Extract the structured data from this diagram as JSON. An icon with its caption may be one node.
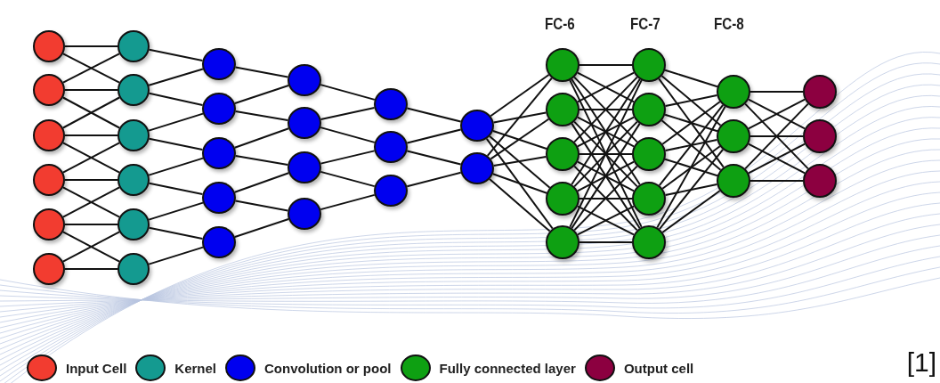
{
  "diagram": {
    "nodes": [
      {
        "text": [],
        "shape": "circle"
      },
      {
        "text": [],
        "shape": "circle"
      },
      {
        "text": [],
        "shape": "circle"
      },
      {
        "text": [],
        "shape": "circle"
      },
      {
        "text": [],
        "shape": "circle"
      },
      {
        "text": [],
        "shape": "circle"
      },
      {
        "text": [],
        "shape": "circle"
      },
      {
        "text": [],
        "shape": "circle"
      },
      {
        "text": [],
        "shape": "circle"
      },
      {
        "text": [],
        "shape": "circle"
      },
      {
        "text": [],
        "shape": "circle"
      },
      {
        "text": [],
        "shape": "circle"
      },
      {
        "text": [],
        "shape": "circle"
      },
      {
        "text": [],
        "shape": "circle"
      },
      {
        "text": [],
        "shape": "circle"
      },
      {
        "text": [],
        "shape": "circle"
      },
      {
        "text": [],
        "shape": "circle"
      },
      {
        "text": [],
        "shape": "circle"
      },
      {
        "text": [],
        "shape": "circle"
      },
      {
        "text": [],
        "shape": "circle"
      },
      {
        "text": [],
        "shape": "circle"
      },
      {
        "text": [],
        "shape": "circle"
      },
      {
        "text": [],
        "shape": "circle"
      },
      {
        "text": [],
        "shape": "circle"
      },
      {
        "text": [],
        "shape": "circle"
      },
      {
        "text": [],
        "shape": "circle"
      },
      {
        "text": [],
        "shape": "circle"
      },
      {
        "text": [],
        "shape": "circle"
      },
      {
        "text": [],
        "shape": "circle"
      },
      {
        "text": [],
        "shape": "circle"
      },
      {
        "text": [],
        "shape": "circle"
      },
      {
        "text": [],
        "shape": "circle"
      },
      {
        "text": [],
        "shape": "circle"
      },
      {
        "text": [],
        "shape": "circle"
      },
      {
        "text": [],
        "shape": "circle"
      },
      {
        "text": [],
        "shape": "circle"
      },
      {
        "text": [],
        "shape": "circle"
      },
      {
        "text": [],
        "shape": "circle"
      },
      {
        "text": [],
        "shape": "circle"
      },
      {
        "text": [],
        "shape": "circle"
      },
      {
        "text": [],
        "shape": "circle"
      },
      {
        "text": [],
        "shape": "circle"
      }
    ],
    "edges": [
      {
        "from": 0,
        "to": 6,
        "arrow": "none"
      },
      {
        "from": 0,
        "to": 7,
        "arrow": "none"
      },
      {
        "from": 1,
        "to": 6,
        "arrow": "none"
      },
      {
        "from": 1,
        "to": 7,
        "arrow": "none"
      },
      {
        "from": 1,
        "to": 8,
        "arrow": "none"
      },
      {
        "from": 2,
        "to": 7,
        "arrow": "none"
      },
      {
        "from": 2,
        "to": 8,
        "arrow": "none"
      },
      {
        "from": 2,
        "to": 9,
        "arrow": "none"
      },
      {
        "from": 3,
        "to": 8,
        "arrow": "none"
      },
      {
        "from": 3,
        "to": 9,
        "arrow": "none"
      },
      {
        "from": 3,
        "to": 10,
        "arrow": "none"
      },
      {
        "from": 4,
        "to": 9,
        "arrow": "none"
      },
      {
        "from": 4,
        "to": 10,
        "arrow": "none"
      },
      {
        "from": 4,
        "to": 11,
        "arrow": "none"
      },
      {
        "from": 5,
        "to": 10,
        "arrow": "none"
      },
      {
        "from": 5,
        "to": 11,
        "arrow": "none"
      },
      {
        "from": 6,
        "to": 12,
        "arrow": "none"
      },
      {
        "from": 7,
        "to": 12,
        "arrow": "none"
      },
      {
        "from": 7,
        "to": 13,
        "arrow": "none"
      },
      {
        "from": 8,
        "to": 13,
        "arrow": "none"
      },
      {
        "from": 8,
        "to": 14,
        "arrow": "none"
      },
      {
        "from": 9,
        "to": 14,
        "arrow": "none"
      },
      {
        "from": 9,
        "to": 15,
        "arrow": "none"
      },
      {
        "from": 10,
        "to": 15,
        "arrow": "none"
      },
      {
        "from": 10,
        "to": 16,
        "arrow": "none"
      },
      {
        "from": 11,
        "to": 16,
        "arrow": "none"
      },
      {
        "from": 12,
        "to": 17,
        "arrow": "none"
      },
      {
        "from": 13,
        "to": 17,
        "arrow": "none"
      },
      {
        "from": 13,
        "to": 18,
        "arrow": "none"
      },
      {
        "from": 14,
        "to": 18,
        "arrow": "none"
      },
      {
        "from": 14,
        "to": 19,
        "arrow": "none"
      },
      {
        "from": 15,
        "to": 19,
        "arrow": "none"
      },
      {
        "from": 15,
        "to": 20,
        "arrow": "none"
      },
      {
        "from": 16,
        "to": 20,
        "arrow": "none"
      },
      {
        "from": 17,
        "to": 21,
        "arrow": "none"
      },
      {
        "from": 18,
        "to": 21,
        "arrow": "none"
      },
      {
        "from": 18,
        "to": 22,
        "arrow": "none"
      },
      {
        "from": 19,
        "to": 22,
        "arrow": "none"
      },
      {
        "from": 19,
        "to": 23,
        "arrow": "none"
      },
      {
        "from": 20,
        "to": 23,
        "arrow": "none"
      },
      {
        "from": 21,
        "to": 24,
        "arrow": "none"
      },
      {
        "from": 22,
        "to": 24,
        "arrow": "none"
      },
      {
        "from": 22,
        "to": 25,
        "arrow": "none"
      },
      {
        "from": 23,
        "to": 25,
        "arrow": "none"
      },
      {
        "from": 24,
        "to": 26,
        "arrow": "none"
      },
      {
        "from": 24,
        "to": 27,
        "arrow": "none"
      },
      {
        "from": 24,
        "to": 28,
        "arrow": "none"
      },
      {
        "from": 24,
        "to": 29,
        "arrow": "none"
      },
      {
        "from": 24,
        "to": 30,
        "arrow": "none"
      },
      {
        "from": 25,
        "to": 26,
        "arrow": "none"
      },
      {
        "from": 25,
        "to": 27,
        "arrow": "none"
      },
      {
        "from": 25,
        "to": 28,
        "arrow": "none"
      },
      {
        "from": 25,
        "to": 29,
        "arrow": "none"
      },
      {
        "from": 25,
        "to": 30,
        "arrow": "none"
      },
      {
        "from": 26,
        "to": 31,
        "arrow": "none"
      },
      {
        "from": 26,
        "to": 32,
        "arrow": "none"
      },
      {
        "from": 26,
        "to": 33,
        "arrow": "none"
      },
      {
        "from": 26,
        "to": 34,
        "arrow": "none"
      },
      {
        "from": 26,
        "to": 35,
        "arrow": "none"
      },
      {
        "from": 27,
        "to": 31,
        "arrow": "none"
      },
      {
        "from": 27,
        "to": 32,
        "arrow": "none"
      },
      {
        "from": 27,
        "to": 33,
        "arrow": "none"
      },
      {
        "from": 27,
        "to": 34,
        "arrow": "none"
      },
      {
        "from": 27,
        "to": 35,
        "arrow": "none"
      },
      {
        "from": 28,
        "to": 31,
        "arrow": "none"
      },
      {
        "from": 28,
        "to": 32,
        "arrow": "none"
      },
      {
        "from": 28,
        "to": 33,
        "arrow": "none"
      },
      {
        "from": 28,
        "to": 34,
        "arrow": "none"
      },
      {
        "from": 28,
        "to": 35,
        "arrow": "none"
      },
      {
        "from": 29,
        "to": 31,
        "arrow": "none"
      },
      {
        "from": 29,
        "to": 32,
        "arrow": "none"
      },
      {
        "from": 29,
        "to": 33,
        "arrow": "none"
      },
      {
        "from": 29,
        "to": 34,
        "arrow": "none"
      },
      {
        "from": 29,
        "to": 35,
        "arrow": "none"
      },
      {
        "from": 30,
        "to": 31,
        "arrow": "none"
      },
      {
        "from": 30,
        "to": 32,
        "arrow": "none"
      },
      {
        "from": 30,
        "to": 33,
        "arrow": "none"
      },
      {
        "from": 30,
        "to": 34,
        "arrow": "none"
      },
      {
        "from": 30,
        "to": 35,
        "arrow": "none"
      },
      {
        "from": 31,
        "to": 36,
        "arrow": "none"
      },
      {
        "from": 31,
        "to": 37,
        "arrow": "none"
      },
      {
        "from": 31,
        "to": 38,
        "arrow": "none"
      },
      {
        "from": 32,
        "to": 36,
        "arrow": "none"
      },
      {
        "from": 32,
        "to": 37,
        "arrow": "none"
      },
      {
        "from": 32,
        "to": 38,
        "arrow": "none"
      },
      {
        "from": 33,
        "to": 36,
        "arrow": "none"
      },
      {
        "from": 33,
        "to": 37,
        "arrow": "none"
      },
      {
        "from": 33,
        "to": 38,
        "arrow": "none"
      },
      {
        "from": 34,
        "to": 36,
        "arrow": "none"
      },
      {
        "from": 34,
        "to": 37,
        "arrow": "none"
      },
      {
        "from": 34,
        "to": 38,
        "arrow": "none"
      },
      {
        "from": 35,
        "to": 36,
        "arrow": "none"
      },
      {
        "from": 35,
        "to": 37,
        "arrow": "none"
      },
      {
        "from": 35,
        "to": 38,
        "arrow": "none"
      },
      {
        "from": 36,
        "to": 39,
        "arrow": "none"
      },
      {
        "from": 36,
        "to": 40,
        "arrow": "none"
      },
      {
        "from": 36,
        "to": 41,
        "arrow": "none"
      },
      {
        "from": 37,
        "to": 39,
        "arrow": "none"
      },
      {
        "from": 37,
        "to": 40,
        "arrow": "none"
      },
      {
        "from": 37,
        "to": 41,
        "arrow": "none"
      },
      {
        "from": 38,
        "to": 39,
        "arrow": "none"
      },
      {
        "from": 38,
        "to": 40,
        "arrow": "none"
      },
      {
        "from": 38,
        "to": 41,
        "arrow": "none"
      }
    ],
    "labels": [
      "FC-6",
      "FC-7",
      "FC-8",
      "[1]"
    ],
    "legend": [
      {
        "text": "Input Cell",
        "color": "#f23c30"
      },
      {
        "text": "Kernel",
        "color": "#149a90"
      },
      {
        "text": "Convolution or pool",
        "color": "#0000f0"
      },
      {
        "text": "Fully connected layer",
        "color": "#0ea012"
      },
      {
        "text": "Output cell",
        "color": "#8c0040"
      }
    ]
  }
}
